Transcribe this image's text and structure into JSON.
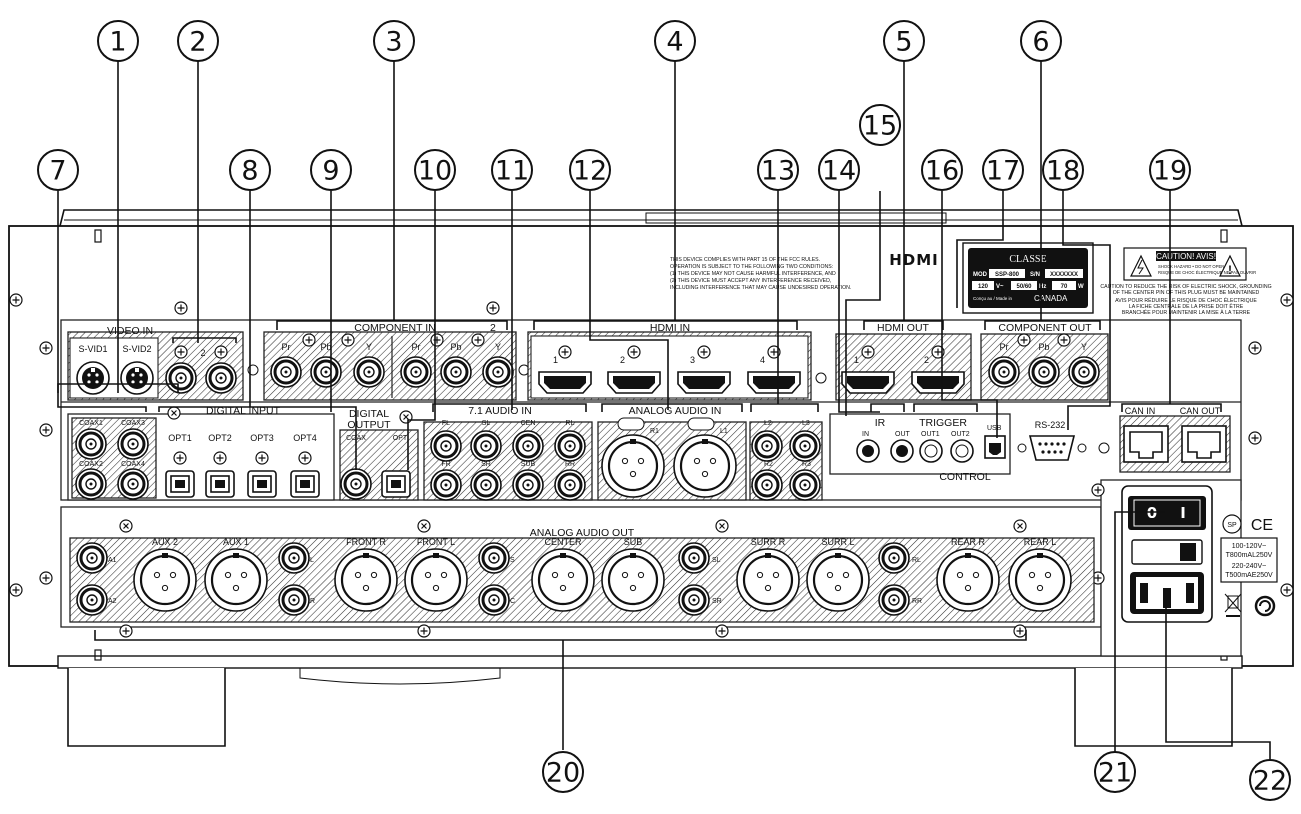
{
  "callouts": [
    "1",
    "2",
    "3",
    "4",
    "5",
    "6",
    "7",
    "8",
    "9",
    "10",
    "11",
    "12",
    "13",
    "14",
    "15",
    "16",
    "17",
    "18",
    "19",
    "20",
    "21",
    "22"
  ],
  "sections": {
    "video_in": "VIDEO IN",
    "component_in": "COMPONENT IN",
    "component_in_2": "2",
    "hdmi_in": "HDMI IN",
    "hdmi_out": "HDMI OUT",
    "component_out": "COMPONENT OUT",
    "digital_input": "DIGITAL INPUT",
    "digital_output_1": "DIGITAL",
    "digital_output_2": "OUTPUT",
    "audio_71_in": "7.1 AUDIO IN",
    "analog_audio_in": "ANALOG AUDIO IN",
    "ir": "IR",
    "trigger": "TRIGGER",
    "control": "CONTROL",
    "analog_audio_out": "ANALOG AUDIO OUT"
  },
  "labels": {
    "svid1": "S-VID1",
    "svid2": "S-VID2",
    "comp_in_2": "2",
    "pr": "Pr",
    "pb": "Pb",
    "y": "Y",
    "hdmi1": "1",
    "hdmi2": "2",
    "hdmi3": "3",
    "hdmi4": "4",
    "hdmi_out1": "1",
    "hdmi_out2": "2",
    "coax1": "COAX1",
    "coax2": "COAX2",
    "coax3": "COAX3",
    "coax4": "COAX4",
    "opt1": "OPT1",
    "opt2": "OPT2",
    "opt3": "OPT3",
    "opt4": "OPT4",
    "dout_coax": "COAX",
    "dout_opt": "OPT",
    "fl": "FL",
    "sl": "SL",
    "cen": "CEN",
    "rl": "RL",
    "fr": "FR",
    "sr": "SR",
    "sub": "SUB",
    "rr": "RR",
    "r1": "R1",
    "l1": "L1",
    "l2": "L2",
    "l3": "L3",
    "r2": "R2",
    "r3": "R3",
    "ir_in": "IN",
    "ir_out": "OUT",
    "out1": "OUT1",
    "out2": "OUT2",
    "usb": "USB",
    "rs232": "RS-232",
    "can_in": "CAN IN",
    "can_out": "CAN OUT",
    "a1": "A1",
    "a2": "A2",
    "aux2": "AUX 2",
    "aux1": "AUX 1",
    "l": "L",
    "r": "R",
    "front_r": "FRONT R",
    "front_l": "FRONT L",
    "s": "S",
    "c": "C",
    "center": "CENTER",
    "sub_out": "SUB",
    "sl_out": "SL",
    "sr_out": "SR",
    "surr_r": "SURR R",
    "surr_l": "SURR L",
    "rl_out": "RL",
    "rr_out": "RR",
    "rear_r": "REAR R",
    "rear_l": "REAR L",
    "hdmi_logo": "HDMI",
    "fcc": [
      "THIS DEVICE COMPLIES WITH PART 15 OF THE FCC RULES.",
      "OPERATION IS SUBJECT TO THE FOLLOWING TWO CONDITIONS:",
      "(1) THIS DEVICE MAY NOT CAUSE HARMFUL INTERFERENCE, AND",
      "(2) THIS DEVICE MUST ACCEPT ANY INTERFERENCE RECEIVED,",
      "INCLUDING INTERFERENCE THAT MAY CAUSE UNDESIRED OPERATION."
    ],
    "brand": "CLASSE",
    "mod": "MOD",
    "model": "SSP-800",
    "sn": "S/N",
    "serial": "XXXXXXX",
    "volt": "120",
    "vac": "V~",
    "hz_val": "50/60",
    "hz": "Hz",
    "watt_val": "70",
    "watt": "W",
    "made": "Conçu au / Made in",
    "canada": "CANADA",
    "caution_title": "CAUTION! AVIS!",
    "caution_lines": [
      "SHOCK HAZARD • DO NOT OPEN",
      "RISQUE DE CHOC ÉLECTRIQUE NE PAS OUVRIR"
    ],
    "warn_en": [
      "CAUTION TO REDUCE THE RISK OF ELECTRIC SHOCK, GROUNDING",
      "OF THE CENTER PIN OF THIS PLUG MUST BE MAINTAINED"
    ],
    "warn_fr": [
      "AVIS POUR RÉDUIRE LE RISQUE DE CHOC ÉLECTRIQUE",
      "LA FICHE CENTRALE DE LA PRISE DOIT ÊTRE",
      "BRANCHÉE POUR MAINTENIR LA MISE À LA TERRE"
    ],
    "switch_off": "0",
    "switch_on": "I",
    "fuse_lines": [
      "100-120V~",
      "T800mAL250V",
      "220-240V~",
      "T500mAE250V"
    ],
    "ce": "CE"
  }
}
